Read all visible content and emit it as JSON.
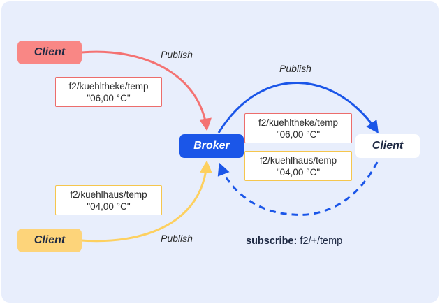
{
  "clients": {
    "publisher_top": "Client",
    "publisher_bottom": "Client",
    "subscriber": "Client"
  },
  "broker": {
    "label": "Broker"
  },
  "messages": {
    "pub_top": {
      "topic": "f2/kuehltheke/temp",
      "value": "\"06,00 °C\""
    },
    "pub_bottom": {
      "topic": "f2/kuehlhaus/temp",
      "value": "\"04,00 °C\""
    },
    "fwd_top": {
      "topic": "f2/kuehltheke/temp",
      "value": "\"06,00 °C\""
    },
    "fwd_bottom": {
      "topic": "f2/kuehlhaus/temp",
      "value": "\"04,00 °C\""
    }
  },
  "arrows": {
    "publish_top": "Publish",
    "publish_forward": "Publish",
    "publish_bottom": "Publish"
  },
  "subscription": {
    "keyword": "subscribe:",
    "topic": "f2/+/temp"
  },
  "colors": {
    "background": "#e8eefc",
    "red": "#f47272",
    "yellow": "#fdd05f",
    "blue": "#1b56e8"
  }
}
